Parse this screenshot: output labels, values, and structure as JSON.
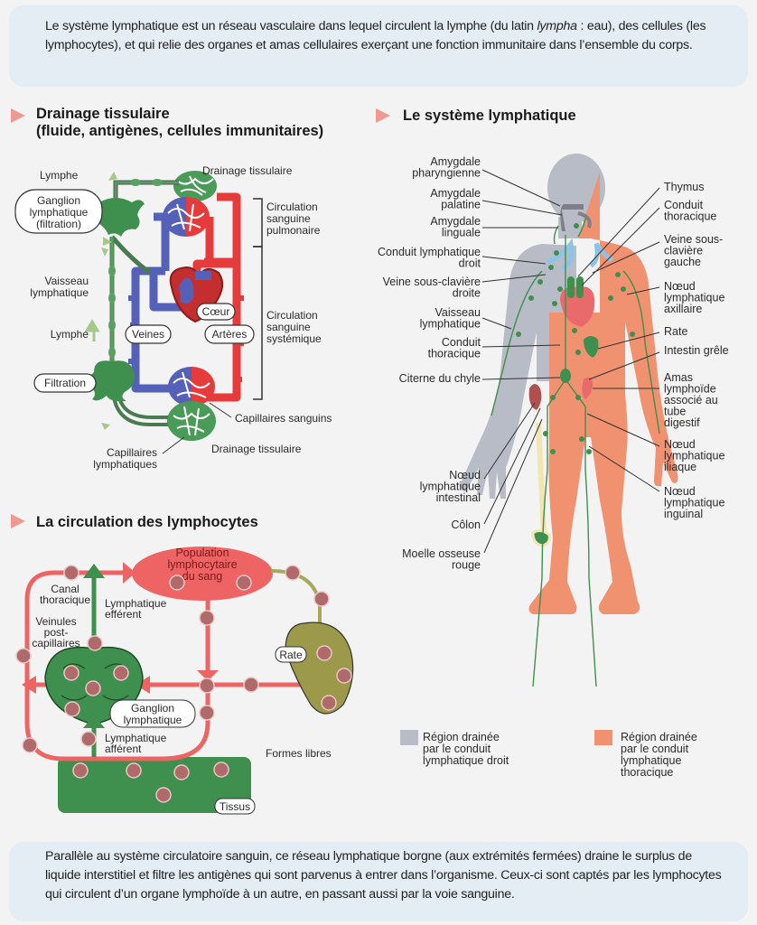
{
  "intro": {
    "text_before": "Le système lymphatique est un réseau vasculaire dans lequel circulent la lymphe (du latin ",
    "text_italic": "lympha",
    "text_after": " : eau), des cellules (les lymphocytes), et qui relie des organes et amas cellulaires exerçant une fonction immunitaire dans l’ensemble du corps."
  },
  "sections": {
    "drainage": {
      "title_line1": "Drainage tissulaire",
      "title_line2": "(fluide, antigènes, cellules immunitaires)",
      "labels": {
        "lymphe_top": "Lymphe",
        "drainage_top": "Drainage tissulaire",
        "ganglion": [
          "Ganglion",
          "lymphatique",
          "(filtration)"
        ],
        "circ_pulm": [
          "Circulation",
          "sanguine",
          "pulmonaire"
        ],
        "vaisseau": [
          "Vaisseau",
          "lymphatique"
        ],
        "lymphe_mid": "Lymphe",
        "coeur": "Cœur",
        "veines": "Veines",
        "arteres": "Artères",
        "circ_syst": [
          "Circulation",
          "sanguine",
          "systémique"
        ],
        "filtration": "Filtration",
        "capillaires_sanguins": "Capillaires sanguins",
        "drainage_bottom": "Drainage tissulaire",
        "capillaires_lymph": [
          "Capillaires",
          "lymphatiques"
        ]
      }
    },
    "lymphocytes": {
      "title": "La circulation des lymphocytes",
      "labels": {
        "population": [
          "Population",
          "lymphocytaire",
          "du sang"
        ],
        "canal": [
          "Canal",
          "thoracique"
        ],
        "efferent": [
          "Lymphatique",
          "efférent"
        ],
        "veinules": [
          "Veinules",
          "post-",
          "capillaires"
        ],
        "rate": "Rate",
        "ganglion": [
          "Ganglion",
          "lymphatique"
        ],
        "afferent": [
          "Lymphatique",
          "afférent"
        ],
        "formes_libres": "Formes libres",
        "tissus": "Tissus"
      }
    },
    "systeme": {
      "title": "Le système lymphatique",
      "left_labels": [
        [
          "Amygdale",
          "pharyngienne"
        ],
        [
          "Amygdale",
          "palatine"
        ],
        [
          "Amygdale",
          "linguale"
        ],
        [
          "Conduit lymphatique",
          "droit"
        ],
        [
          "Veine sous-clavière",
          "droite"
        ],
        [
          "Vaisseau",
          "lymphatique"
        ],
        [
          "Conduit",
          "thoracique"
        ],
        [
          "Citerne du chyle"
        ],
        [
          "Nœud",
          "lymphatique",
          "intestinal"
        ],
        [
          "Côlon"
        ],
        [
          "Moelle osseuse",
          "rouge"
        ]
      ],
      "right_labels": [
        [
          "Thymus"
        ],
        [
          "Conduit",
          "thoracique"
        ],
        [
          "Veine sous-",
          "clavière",
          "gauche"
        ],
        [
          "Nœud",
          "lymphatique",
          "axillaire"
        ],
        [
          "Rate"
        ],
        [
          "Intestin grêle"
        ],
        [
          "Amas",
          "lymphoïde",
          "associé au",
          "tube",
          "digestif"
        ],
        [
          "Nœud",
          "lymphatique",
          "iliaque"
        ],
        [
          "Nœud",
          "lymphatique",
          "inguinal"
        ]
      ],
      "legend": [
        {
          "color": "#b7bcc6",
          "lines": [
            "Région drainée",
            "par le conduit",
            "lymphatique droit"
          ]
        },
        {
          "color": "#f0916f",
          "lines": [
            "Région drainée",
            "par le conduit",
            "lymphatique",
            "thoracique"
          ]
        }
      ]
    }
  },
  "outro": {
    "text": "Parallèle au système circulatoire sanguin, ce réseau lymphatique borgne (aux extrémités fermées) draine le surplus de liquide interstitiel et filtre les antigènes qui sont parvenus à entrer dans l’organisme. Ceux-ci sont captés par les lymphocytes qui circulent d’un organe lymphoïde à un autre, en passant aussi par la voie sanguine."
  },
  "colors": {
    "lymph_green": "#3f8f4f",
    "vein_blue": "#5560b8",
    "artery_red": "#e63b3b",
    "blood_pink": "#ee6363",
    "spleen_olive": "#9c9a4a",
    "body_orange": "#f0916f",
    "body_gray": "#b7bcc6",
    "cell": "#b06a6a",
    "accent_triangle": "#ee9a92"
  }
}
